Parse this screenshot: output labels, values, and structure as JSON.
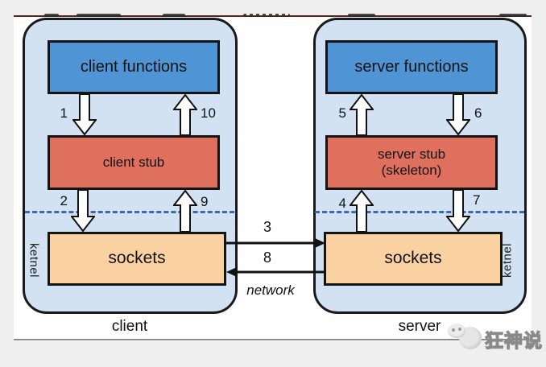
{
  "client": {
    "functions": "client functions",
    "stub": "client stub",
    "sockets": "sockets",
    "kernel": "ketnel",
    "label": "client",
    "step1": "1",
    "step2": "2",
    "step9": "9",
    "step10": "10"
  },
  "server": {
    "functions": "server functions",
    "stub_line1": "server stub",
    "stub_line2": "(skeleton)",
    "sockets": "sockets",
    "kernel": "ketnel",
    "label": "server",
    "step4": "4",
    "step5": "5",
    "step6": "6",
    "step7": "7"
  },
  "network": {
    "label": "network",
    "step3": "3",
    "step8": "8"
  },
  "watermark": {
    "text": "狂神说"
  },
  "colors": {
    "container": "#d3e2f2",
    "functions": "#4f95d5",
    "stub": "#e0705e",
    "sockets": "#fad2a2",
    "dashed": "#4068b0",
    "top_line": "#5c241c"
  }
}
